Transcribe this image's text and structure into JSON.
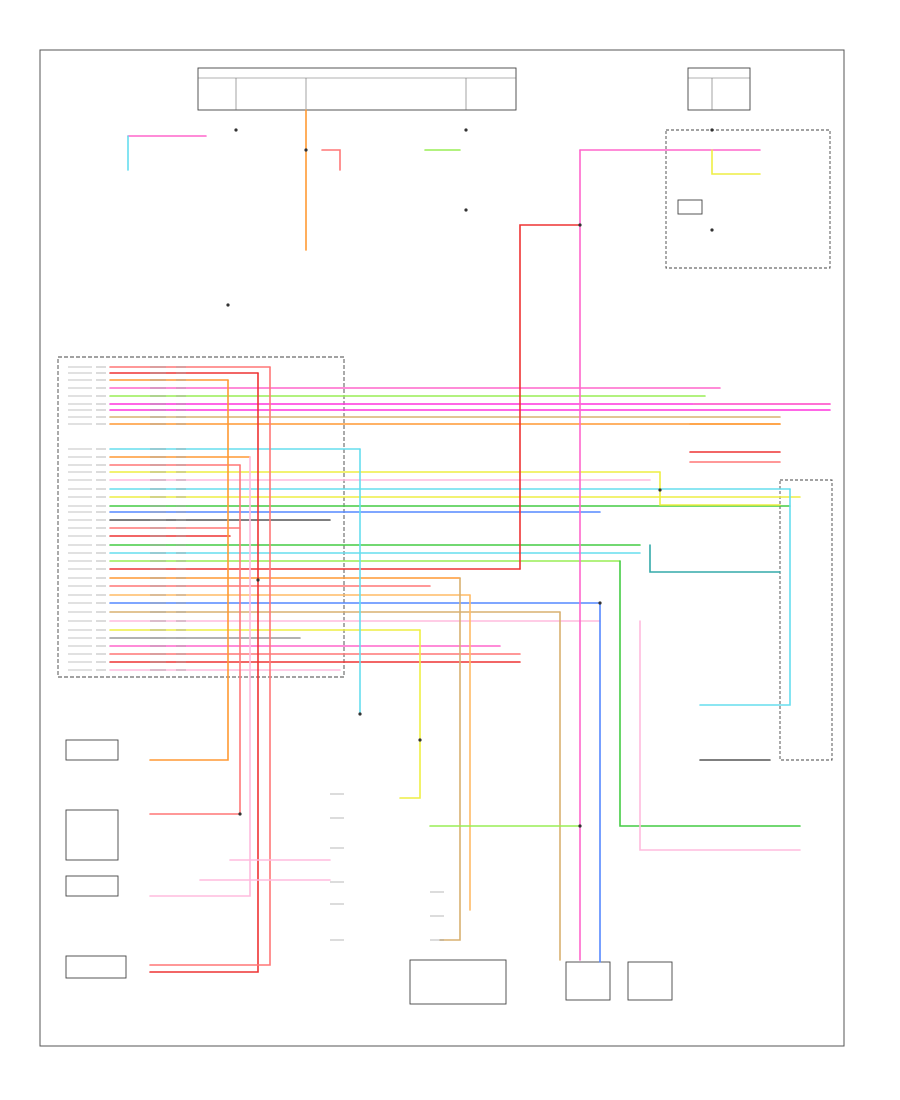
{
  "footer_code": "",
  "colors": {
    "pink": "#ff66cc",
    "magenta": "#ff33dd",
    "red": "#ee3333",
    "salmon": "#ff7777",
    "orange": "#ff9933",
    "lt_orange": "#ffbb66",
    "yellow": "#eeee44",
    "lt_green": "#99ee55",
    "green": "#44cc44",
    "teal": "#33aaaa",
    "cyan": "#66ddee",
    "blue": "#5588ff",
    "violet": "#cc66ff",
    "tan": "#d8b070",
    "gray": "#999999",
    "black": "#555555",
    "lt_pink": "#ffbbdd"
  },
  "components": [
    {
      "id": "fuse-block-top",
      "label": ""
    },
    {
      "id": "battery-junction-box",
      "label": ""
    },
    {
      "id": "pcm",
      "label": ""
    },
    {
      "id": "digital-tr-sensor",
      "label": ""
    },
    {
      "id": "output-shaft-speed-sensor",
      "label": ""
    },
    {
      "id": "throttle-position-sensor",
      "label": ""
    },
    {
      "id": "shift-solenoid-pack",
      "label": ""
    }
  ],
  "connectors": [
    {
      "id": "c1"
    },
    {
      "id": "c2"
    },
    {
      "id": "c3"
    },
    {
      "id": "c4"
    },
    {
      "id": "c5"
    },
    {
      "id": "c6"
    },
    {
      "id": "c7"
    },
    {
      "id": "c8"
    }
  ]
}
